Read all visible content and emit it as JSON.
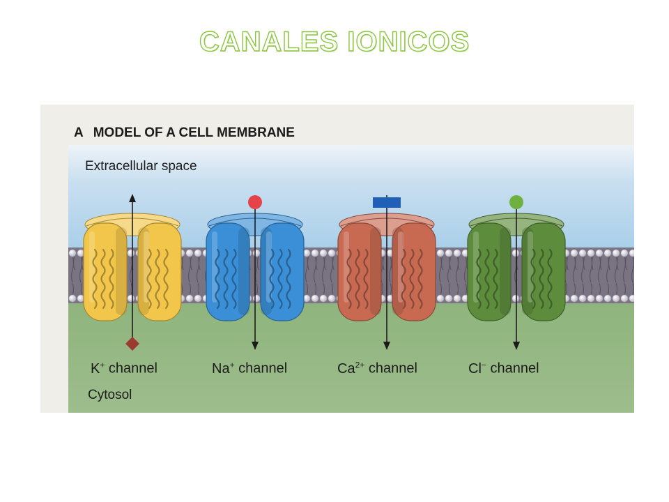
{
  "slide": {
    "title": "CANALES IONICOS"
  },
  "figure": {
    "letter": "A",
    "heading": "MODEL OF A CELL MEMBRANE",
    "extracellular_label": "Extracellular space",
    "cytosol_label": "Cytosol",
    "channels": [
      {
        "ion": "K",
        "charge": "+",
        "suffix": " channel",
        "color": "#f2c64a",
        "flow": "outward",
        "ion_marker": "diamond",
        "marker_color": "#9b3a2f"
      },
      {
        "ion": "Na",
        "charge": "+",
        "suffix": " channel",
        "color": "#3a8fd6",
        "flow": "inward",
        "ion_marker": "circle",
        "marker_color": "#e5434a"
      },
      {
        "ion": "Ca",
        "charge": "2+",
        "suffix": " channel",
        "color": "#c86a52",
        "flow": "inward",
        "ion_marker": "rectangle",
        "marker_color": "#1f5fb8"
      },
      {
        "ion": "Cl",
        "charge": "−",
        "suffix": " channel",
        "color": "#5d8c3c",
        "flow": "inward",
        "ion_marker": "circle",
        "marker_color": "#6fb13e"
      }
    ]
  },
  "colors": {
    "title_outline": "#8cc63f",
    "extracellular_bg": "#b3d4ec",
    "cytosol_bg": "#86ab72",
    "lipid_heads": "#e9e6ee"
  }
}
